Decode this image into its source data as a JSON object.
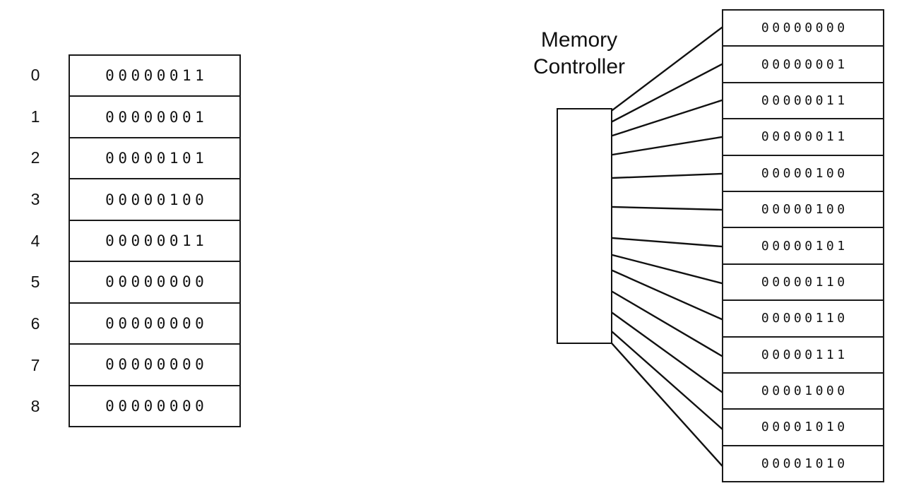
{
  "diagram": {
    "title_visible": false,
    "background_color": "#ffffff",
    "stroke_color": "#111111",
    "text_color": "#111111"
  },
  "left_table": {
    "name": "logical-memory-table",
    "indices": [
      "0",
      "1",
      "2",
      "3",
      "4",
      "5",
      "6",
      "7",
      "8"
    ],
    "rows": [
      {
        "index": "0",
        "value": "00000011"
      },
      {
        "index": "1",
        "value": "00000001"
      },
      {
        "index": "2",
        "value": "00000101"
      },
      {
        "index": "3",
        "value": "00000100"
      },
      {
        "index": "4",
        "value": "00000011"
      },
      {
        "index": "5",
        "value": "00000000"
      },
      {
        "index": "6",
        "value": "00000000"
      },
      {
        "index": "7",
        "value": "00000000"
      },
      {
        "index": "8",
        "value": "00000000"
      }
    ]
  },
  "controller": {
    "label_line1": "Memory",
    "label_line2": "Controller"
  },
  "right_table": {
    "name": "physical-memory-table",
    "rows": [
      {
        "value": "00000000"
      },
      {
        "value": "00000001"
      },
      {
        "value": "00000011"
      },
      {
        "value": "00000011"
      },
      {
        "value": "00000100"
      },
      {
        "value": "00000100"
      },
      {
        "value": "00000101"
      },
      {
        "value": "00000110"
      },
      {
        "value": "00000110"
      },
      {
        "value": "00000111"
      },
      {
        "value": "00001000"
      },
      {
        "value": "00001010"
      },
      {
        "value": "00001010"
      }
    ]
  },
  "connectors": {
    "count": 13,
    "description": "fan-out lines from memory controller right edge to each right table row"
  }
}
